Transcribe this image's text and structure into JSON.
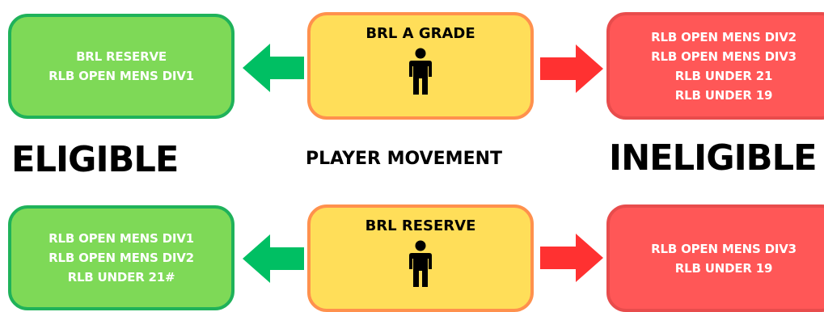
{
  "center_label": "PLAYER MOVEMENT",
  "eligible_label": "ELIGIBLE",
  "ineligible_label": "INELIGIBLE",
  "rows": [
    {
      "grade": "BRL A GRADE",
      "eligible": [
        "BRL RESERVE",
        "RLB OPEN MENS DIV1"
      ],
      "ineligible": [
        "RLB OPEN MENS DIV2",
        "RLB OPEN MENS DIV3",
        "RLB UNDER 21",
        "RLB UNDER 19"
      ]
    },
    {
      "grade": "BRL RESERVE",
      "eligible": [
        "RLB OPEN MENS DIV1",
        "RLB OPEN MENS DIV2",
        "RLB UNDER 21#"
      ],
      "ineligible": [
        "RLB OPEN MENS DIV3",
        "RLB UNDER 19"
      ]
    }
  ],
  "colors": {
    "eligible_fill": "#7ed957",
    "eligible_border": "#1fb25a",
    "ineligible_fill": "#ff5757",
    "grade_fill": "#ffde59",
    "grade_border": "#ff914d",
    "arrow_left": "#00bf63",
    "arrow_right": "#ff3131"
  }
}
